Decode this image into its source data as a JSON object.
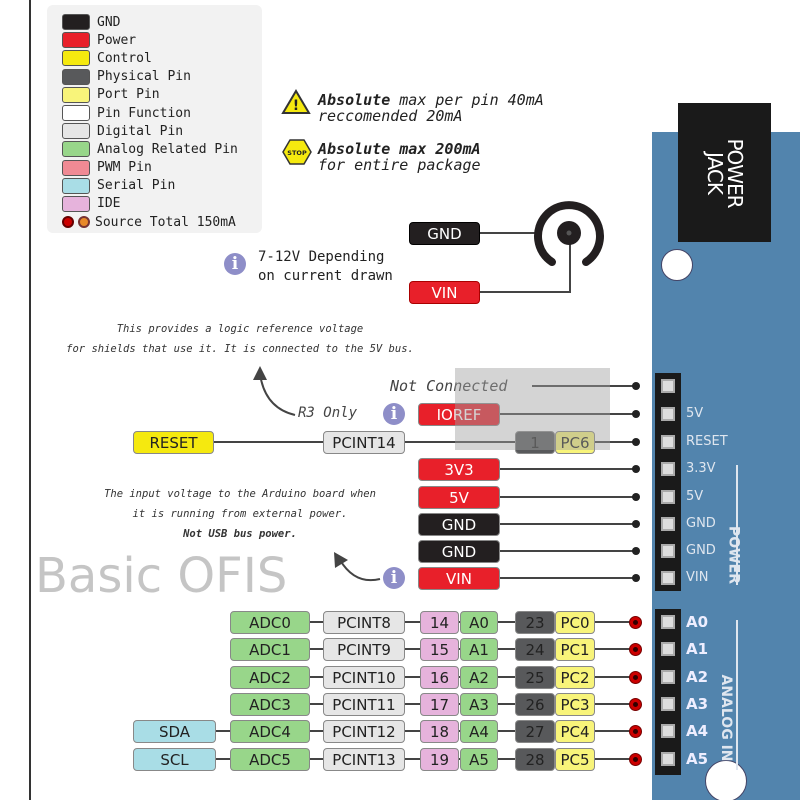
{
  "legend": [
    {
      "label": "GND",
      "color": "#231f20"
    },
    {
      "label": "Power",
      "color": "#e8202a"
    },
    {
      "label": "Control",
      "color": "#f5e90f"
    },
    {
      "label": "Physical Pin",
      "color": "#58595b"
    },
    {
      "label": "Port Pin",
      "color": "#f8f47a"
    },
    {
      "label": "Pin Function",
      "color": "#ffffff"
    },
    {
      "label": "Digital Pin",
      "color": "#e6e6e6"
    },
    {
      "label": "Analog Related Pin",
      "color": "#98d68a"
    },
    {
      "label": "PWM Pin",
      "color": "#f08a94"
    },
    {
      "label": "Serial Pin",
      "color": "#a9dde6"
    },
    {
      "label": "IDE",
      "color": "#e6b3dc"
    }
  ],
  "legend_source": "Source Total 150mA",
  "warnings": {
    "pin": {
      "bold": "Absolute",
      "rest": " max per pin 40mA",
      "line2": "reccomended 20mA",
      "icon": "warning-triangle-icon"
    },
    "package": {
      "bold": "Absolute max 200mA",
      "line2": "for entire package",
      "icon": "stop-sign-icon",
      "icon_text": "STOP"
    }
  },
  "power_jack": {
    "label": "POWER JACK",
    "gnd": "GND",
    "vin": "VIN",
    "info_line1": "7-12V Depending",
    "info_line2": "on current drawn"
  },
  "notes": {
    "ioref_1": "This provides a logic reference voltage",
    "ioref_2": "for shields that use it. It is connected to the 5V bus.",
    "vin_1": "The input voltage to the Arduino board when",
    "vin_2": "it is running from external power.",
    "vin_3": "Not USB bus power.",
    "r3_only": "R3 Only",
    "not_connected": "Not Connected"
  },
  "watermark": "Basic OFIS",
  "power_header": {
    "title": "POWER",
    "pins": [
      {
        "board": "",
        "label": "",
        "color": ""
      },
      {
        "board": "5V",
        "label": "IOREF",
        "color": "#e8202a"
      },
      {
        "board": "RESET",
        "label": "",
        "color": ""
      },
      {
        "board": "3.3V",
        "label": "3V3",
        "color": "#e8202a"
      },
      {
        "board": "5V",
        "label": "5V",
        "color": "#e8202a"
      },
      {
        "board": "GND",
        "label": "GND",
        "color": "#231f20"
      },
      {
        "board": "GND",
        "label": "GND",
        "color": "#231f20"
      },
      {
        "board": "VIN",
        "label": "VIN",
        "color": "#e8202a"
      }
    ],
    "reset_row": {
      "control": "RESET",
      "pcint": "PCINT14",
      "physical": "1",
      "port": "PC6"
    }
  },
  "analog_header": {
    "title": "ANALOG IN",
    "rows": [
      {
        "board": "A0",
        "serial": "",
        "adc": "ADC0",
        "pcint": "PCINT8",
        "ide": "14",
        "analog": "A0",
        "physical": "23",
        "port": "PC0"
      },
      {
        "board": "A1",
        "serial": "",
        "adc": "ADC1",
        "pcint": "PCINT9",
        "ide": "15",
        "analog": "A1",
        "physical": "24",
        "port": "PC1"
      },
      {
        "board": "A2",
        "serial": "",
        "adc": "ADC2",
        "pcint": "PCINT10",
        "ide": "16",
        "analog": "A2",
        "physical": "25",
        "port": "PC2"
      },
      {
        "board": "A3",
        "serial": "",
        "adc": "ADC3",
        "pcint": "PCINT11",
        "ide": "17",
        "analog": "A3",
        "physical": "26",
        "port": "PC3"
      },
      {
        "board": "A4",
        "serial": "SDA",
        "adc": "ADC4",
        "pcint": "PCINT12",
        "ide": "18",
        "analog": "A4",
        "physical": "27",
        "port": "PC4"
      },
      {
        "board": "A5",
        "serial": "SCL",
        "adc": "ADC5",
        "pcint": "PCINT13",
        "ide": "19",
        "analog": "A5",
        "physical": "28",
        "port": "PC5"
      }
    ]
  },
  "colors": {
    "board": "#5284ad",
    "power": "#e8202a",
    "gnd": "#231f20",
    "control": "#f5e90f",
    "physical": "#58595b",
    "port": "#f8f47a",
    "digital": "#e6e6e6",
    "analog": "#98d68a",
    "serial": "#a9dde6",
    "ide": "#e6b3dc"
  }
}
